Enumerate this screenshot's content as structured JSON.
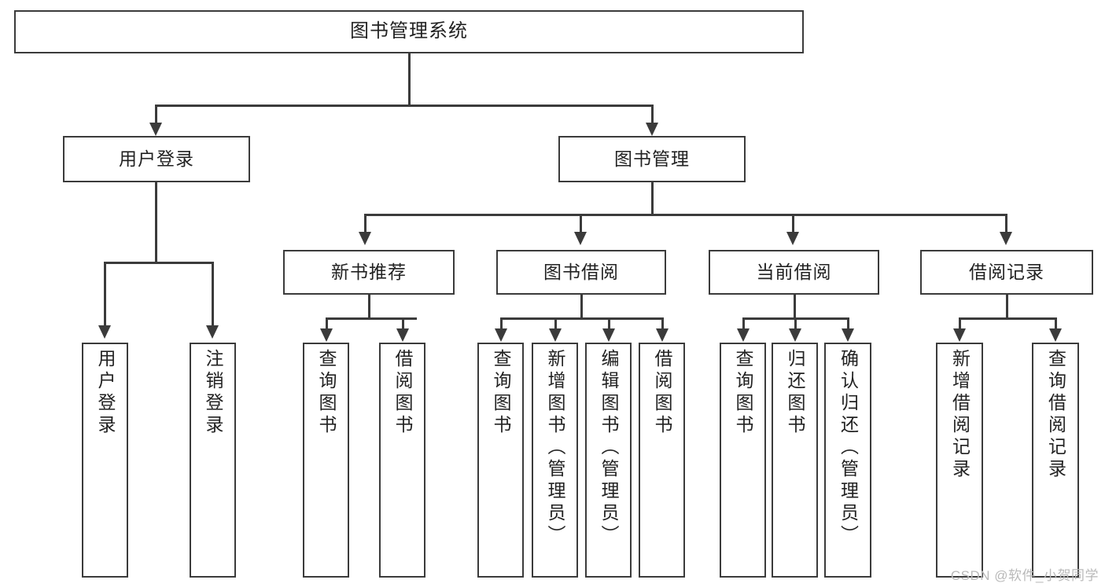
{
  "diagram": {
    "type": "tree-hierarchy-chart",
    "title": "图书管理系统",
    "orientation": "top-down",
    "colors": {
      "box_border": "#3b3b3b",
      "box_fill": "#ffffff",
      "connector": "#3b3b3b",
      "text": "#222222",
      "watermark": "#b9b9b9",
      "background": "#ffffff"
    }
  },
  "watermark": "CSDN @软件_小贺同学",
  "nodes": {
    "root": {
      "label": "图书管理系统",
      "level": 0,
      "text_direction": "horizontal"
    },
    "level1": [
      {
        "id": "user-login",
        "label": "用户登录",
        "text_direction": "horizontal"
      },
      {
        "id": "book-management",
        "label": "图书管理",
        "text_direction": "horizontal"
      }
    ],
    "level2": [
      {
        "id": "new-book-recommend",
        "label": "新书推荐",
        "parent": "book-management",
        "text_direction": "horizontal"
      },
      {
        "id": "book-borrow",
        "label": "图书借阅",
        "parent": "book-management",
        "text_direction": "horizontal"
      },
      {
        "id": "current-borrow",
        "label": "当前借阅",
        "parent": "book-management",
        "text_direction": "horizontal"
      },
      {
        "id": "borrow-record",
        "label": "借阅记录",
        "parent": "book-management",
        "text_direction": "horizontal"
      }
    ],
    "leaves": [
      {
        "id": "leaf-user-login",
        "label": "用户登录",
        "parent": "user-login",
        "text_direction": "vertical"
      },
      {
        "id": "leaf-user-logout",
        "label": "注销登录",
        "parent": "user-login",
        "text_direction": "vertical"
      },
      {
        "id": "leaf-query-book-1",
        "label": "查询图书",
        "parent": "new-book-recommend",
        "text_direction": "vertical"
      },
      {
        "id": "leaf-borrow-book-1",
        "label": "借阅图书",
        "parent": "new-book-recommend",
        "text_direction": "vertical"
      },
      {
        "id": "leaf-query-book-2",
        "label": "查询图书",
        "parent": "book-borrow",
        "text_direction": "vertical"
      },
      {
        "id": "leaf-add-book",
        "label": "新增图书（管理员）",
        "parent": "book-borrow",
        "text_direction": "vertical"
      },
      {
        "id": "leaf-edit-book",
        "label": "编辑图书（管理员）",
        "parent": "book-borrow",
        "text_direction": "vertical"
      },
      {
        "id": "leaf-borrow-book-2",
        "label": "借阅图书",
        "parent": "book-borrow",
        "text_direction": "vertical"
      },
      {
        "id": "leaf-query-book-3",
        "label": "查询图书",
        "parent": "current-borrow",
        "text_direction": "vertical"
      },
      {
        "id": "leaf-return-book",
        "label": "归还图书",
        "parent": "current-borrow",
        "text_direction": "vertical"
      },
      {
        "id": "leaf-confirm-return",
        "label": "确认归还（管理员）",
        "parent": "current-borrow",
        "text_direction": "vertical"
      },
      {
        "id": "leaf-add-record",
        "label": "新增借阅记录",
        "parent": "borrow-record",
        "text_direction": "vertical"
      },
      {
        "id": "leaf-query-record",
        "label": "查询借阅记录",
        "parent": "borrow-record",
        "text_direction": "vertical"
      }
    ]
  }
}
